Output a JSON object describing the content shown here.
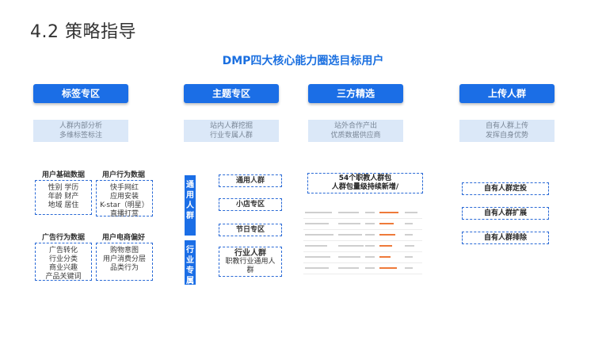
{
  "section_title": "4.2 策略指导",
  "main_title": "DMP四大核心能力圈选目标用户",
  "columns": [
    {
      "label": "标签专区",
      "desc": [
        "人群内部分析",
        "多维标签标注"
      ]
    },
    {
      "label": "主题专区",
      "desc": [
        "站内人群挖掘",
        "行业专属人群"
      ]
    },
    {
      "label": "三方精选",
      "desc": [
        "站外合作产出",
        "优质数据供应商"
      ]
    },
    {
      "label": "上传人群",
      "desc": [
        "自有人群上传",
        "发挥自身优势"
      ]
    }
  ],
  "tag_groups": [
    {
      "title": "用户基础数据",
      "items": [
        "性别  学历",
        "年龄  财产",
        "地域  居住"
      ]
    },
    {
      "title": "用户行为数据",
      "items": [
        "快手网红",
        "应用安装",
        "K-star（明星）",
        "直播打赏"
      ]
    },
    {
      "title": "广告行为数据",
      "items": [
        "广告转化",
        "行业分类",
        "商业兴趣",
        "产品关键词"
      ]
    },
    {
      "title": "用户电商偏好",
      "items": [
        "购物意图",
        "用户消费分层",
        "品类行为"
      ]
    }
  ],
  "theme": {
    "general_label": [
      "通",
      "用",
      "人",
      "群"
    ],
    "industry_label": [
      "行",
      "业",
      "专",
      "属"
    ],
    "general_items": [
      "通用人群",
      "小店专区",
      "节日专区"
    ],
    "industry_title": "行业人群",
    "industry_desc": [
      "职教行业通用人",
      "群"
    ]
  },
  "third_party": {
    "package_lines": [
      "54个职教人群包",
      "人群包量级持续新增/"
    ]
  },
  "upload_items": [
    "自有人群定投",
    "自有人群扩展",
    "自有人群排除"
  ],
  "colors": {
    "accent": "#1b6ee6",
    "desc_bg": "#dbe8f8",
    "dash": "#2a6ad6"
  }
}
